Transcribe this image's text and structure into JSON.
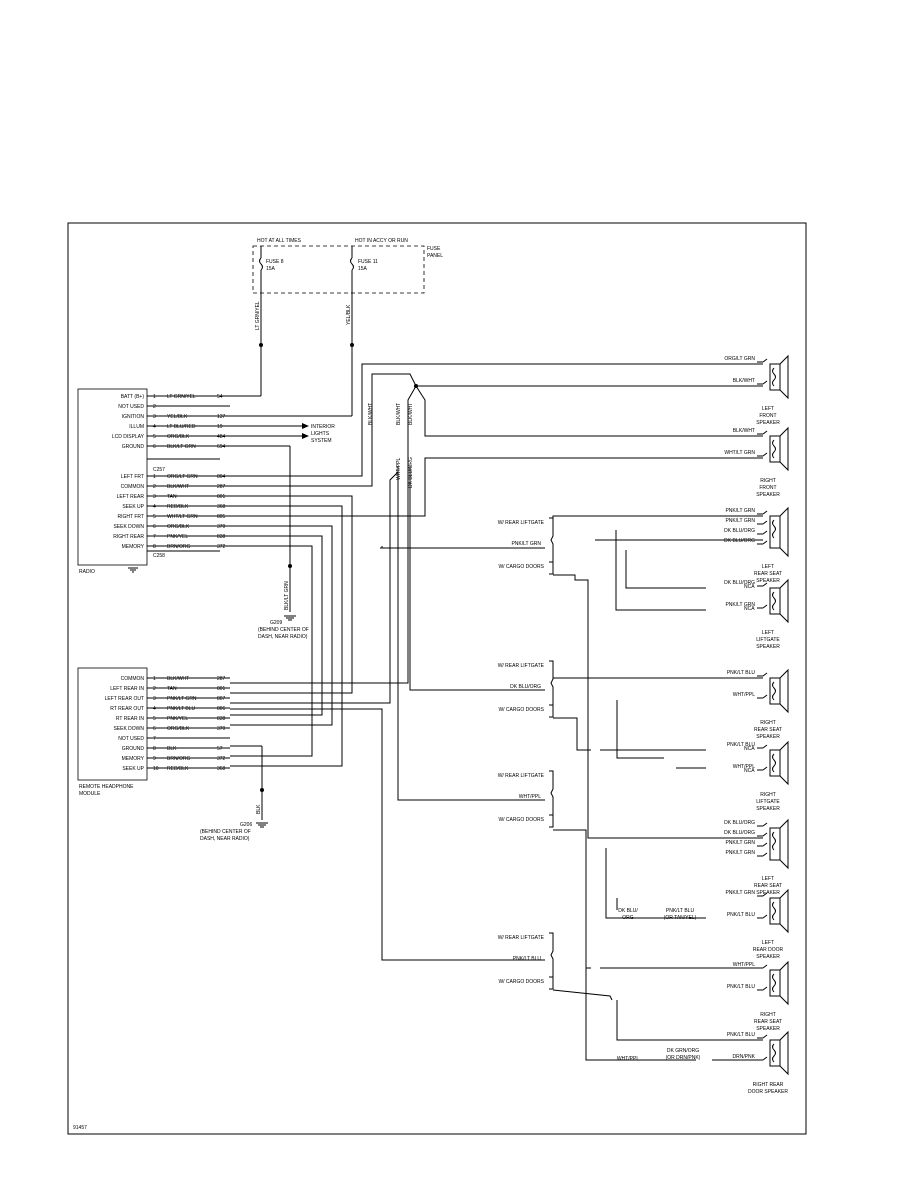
{
  "fuse_panel": {
    "hot_at_all_times": "HOT AT ALL TIMES",
    "hot_acc_run": "HOT IN ACCY OR RUN",
    "panel_label": [
      "FUSE",
      "PANEL"
    ],
    "fuse8": [
      "FUSE 8",
      "15A"
    ],
    "fuse11": [
      "FUSE 11",
      "15A"
    ],
    "wire_left": "LT GRN/YEL",
    "wire_right": "YEL/BLK"
  },
  "radio": {
    "label": "RADIO",
    "connector1": "C257",
    "connector2": "C258",
    "pins_top": [
      {
        "name": "BATT (B+)",
        "pin": "1",
        "color": "LT GRN/YEL",
        "circuit": "54"
      },
      {
        "name": "NOT USED",
        "pin": "2",
        "color": "",
        "circuit": ""
      },
      {
        "name": "IGNITION",
        "pin": "3",
        "color": "YEL/BLK",
        "circuit": "137"
      },
      {
        "name": "ILLUM",
        "pin": "4",
        "color": "LT BLU/RED",
        "circuit": "19"
      },
      {
        "name": "LCD DISPLAY",
        "pin": "5",
        "color": "ORG/BLK",
        "circuit": "484"
      },
      {
        "name": "GROUND",
        "pin": "6",
        "color": "BLK/LT GRN",
        "circuit": "694"
      }
    ],
    "pins_bottom": [
      {
        "name": "LEFT FRT",
        "pin": "1",
        "color": "ORG/LT GRN",
        "circuit": "804"
      },
      {
        "name": "COMMON",
        "pin": "2",
        "color": "BLK/WHT",
        "circuit": "287"
      },
      {
        "name": "LEFT REAR",
        "pin": "3",
        "color": "TAN",
        "circuit": "801"
      },
      {
        "name": "SEEK UP",
        "pin": "4",
        "color": "RED/BLK",
        "circuit": "368"
      },
      {
        "name": "RIGHT FRT",
        "pin": "5",
        "color": "WHT/LT GRN",
        "circuit": "805"
      },
      {
        "name": "SEEK DOWN",
        "pin": "6",
        "color": "ORG/BLK",
        "circuit": "370"
      },
      {
        "name": "RIGHT REAR",
        "pin": "7",
        "color": "PNK/YEL",
        "circuit": "838"
      },
      {
        "name": "MEMORY",
        "pin": "8",
        "color": "BRN/ORG",
        "circuit": "372"
      }
    ],
    "interior_lights": [
      "INTERIOR",
      "LIGHTS",
      "SYSTEM"
    ]
  },
  "ground_g209": {
    "wire": "BLK/LT GRN",
    "label": "G209",
    "desc": [
      "(BEHIND CENTER OF",
      "DASH, NEAR RADIO)"
    ]
  },
  "headphone": {
    "label": [
      "REMOTE HEADPHONE",
      "MODULE"
    ],
    "pins": [
      {
        "name": "COMMON",
        "pin": "1",
        "color": "BLK/WHT",
        "circuit": "287"
      },
      {
        "name": "LEFT REAR IN",
        "pin": "2",
        "color": "TAN",
        "circuit": "801"
      },
      {
        "name": "LEFT REAR OUT",
        "pin": "3",
        "color": "PNK/LT GRN",
        "circuit": "807"
      },
      {
        "name": "RT REAR OUT",
        "pin": "4",
        "color": "PNK/LT BLU",
        "circuit": "806"
      },
      {
        "name": "RT REAR IN",
        "pin": "5",
        "color": "PNK/YEL",
        "circuit": "838"
      },
      {
        "name": "SEEK DOWN",
        "pin": "6",
        "color": "ORG/BLK",
        "circuit": "370"
      },
      {
        "name": "NOT USED",
        "pin": "7",
        "color": "",
        "circuit": ""
      },
      {
        "name": "GROUND",
        "pin": "8",
        "color": "BLK",
        "circuit": "57"
      },
      {
        "name": "MEMORY",
        "pin": "9",
        "color": "BRN/ORG",
        "circuit": "372"
      },
      {
        "name": "SEEK UP",
        "pin": "10",
        "color": "RED/BLK",
        "circuit": "368"
      }
    ]
  },
  "ground_g206": {
    "wire": "BLK",
    "label": "G206",
    "desc": [
      "(BEHIND CENTER OF",
      "DASH, NEAR RADIO)"
    ]
  },
  "vertical_wires": {
    "blk_wht_1": "BLK/WHT",
    "blk_wht_2": "BLK/WHT",
    "blk_wht_3": "BLK/WHT",
    "wht_ppl": "WHT/PPL",
    "dk_blu_org": "DK BLU/ORG"
  },
  "branches": {
    "w_rear_liftgate": "W/ REAR LIFTGATE",
    "w_cargo_doors": "W/ CARGO DOORS",
    "branch1_wire": "PNK/LT GRN",
    "branch2_wire": "DK BLU/ORG",
    "branch3_wire": "WHT/PPL",
    "branch4_wire": "PNK/LT BLU"
  },
  "speakers": [
    {
      "label": [
        "LEFT",
        "FRONT",
        "SPEAKER"
      ],
      "wires": [
        "ORG/LT GRN",
        "BLK/WHT"
      ]
    },
    {
      "label": [
        "RIGHT",
        "FRONT",
        "SPEAKER"
      ],
      "wires": [
        "BLK/WHT",
        "WHT/LT GRN"
      ]
    },
    {
      "label": [
        "LEFT",
        "REAR SEAT",
        "SPEAKER"
      ],
      "wires": [
        "PNK/LT GRN",
        "PNK/LT GRN",
        "DK BLU/ORG",
        "DK BLU/ORG"
      ]
    },
    {
      "label": [
        "LEFT",
        "LIFTGATE",
        "SPEAKER"
      ],
      "wires": [
        "DK BLU/ORG",
        "PNK/LT GRN"
      ],
      "nca": "NCA"
    },
    {
      "label": [
        "RIGHT",
        "REAR SEAT",
        "SPEAKER"
      ],
      "wires": [
        "PNK/LT BLU",
        "WHT/PPL"
      ]
    },
    {
      "label": [
        "RIGHT",
        "LIFTGATE",
        "SPEAKER"
      ],
      "wires": [
        "PNK/LT BLU",
        "WHT/PPL"
      ],
      "nca": "NCA"
    },
    {
      "label": [
        "LEFT",
        "REAR SEAT",
        "SPEAKER"
      ],
      "wires": [
        "DK BLU/ORG",
        "DK BLU/ORG",
        "PNK/LT GRN",
        "PNK/LT GRN"
      ]
    },
    {
      "label": [
        "LEFT",
        "REAR DOOR",
        "SPEAKER"
      ],
      "wires": [
        "PNK/LT GRN",
        "PNK/LT BLU"
      ],
      "extra": [
        "DK BLU/",
        "ORG",
        "PNK/LT BLU",
        "(OR TAN/YEL)"
      ]
    },
    {
      "label": [
        "RIGHT",
        "REAR SEAT",
        "SPEAKER"
      ],
      "wires": [
        "WHT/PPL",
        "PNK/LT BLU"
      ]
    },
    {
      "label": [
        "RIGHT REAR",
        "DOOR SPEAKER"
      ],
      "wires": [
        "PNK/LT BLU",
        "DRN/PNK"
      ],
      "extra": [
        "WHT/PPL",
        "DK GRN/ORG",
        "(OR DRN/PNK)"
      ]
    }
  ],
  "figure_id": "91457"
}
